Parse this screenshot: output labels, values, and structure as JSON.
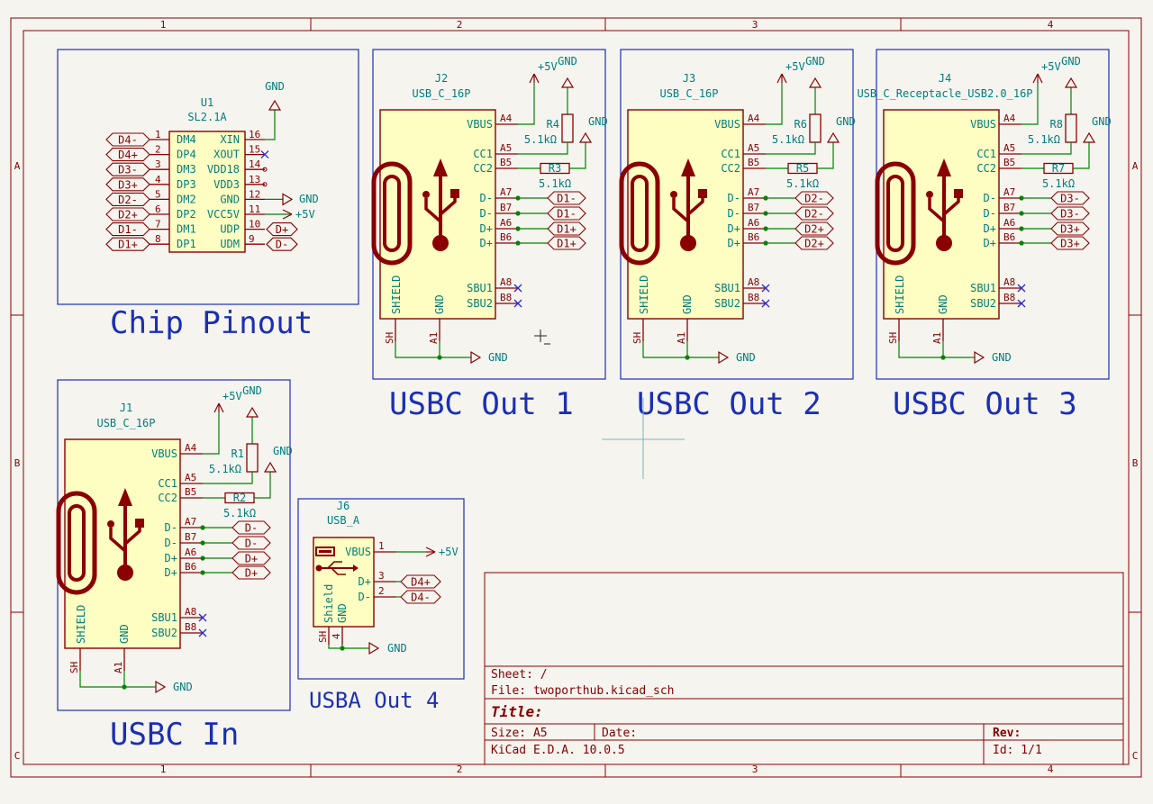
{
  "frame": {
    "col_labels": [
      "1",
      "2",
      "3",
      "4"
    ],
    "row_labels": [
      "A",
      "B",
      "C"
    ]
  },
  "colors": {
    "background": "#f5f4ef",
    "frame": "#8a0000",
    "wire": "#008400",
    "pin": "#8a0000",
    "body_fill": "#fffec2",
    "label_text": "#007e7e",
    "group_box": "#1b2fb3",
    "no_connect": "#2b2bd6"
  },
  "title_block": {
    "sheet": "Sheet: /",
    "file": "File: twoporthub.kicad_sch",
    "title": "Title:",
    "size": "Size: A5",
    "date": "Date:",
    "rev": "Rev:",
    "tool": "KiCad E.D.A. 10.0.5",
    "id": "Id: 1/1"
  },
  "groups": {
    "chip": "Chip Pinout",
    "out1": "USBC Out 1",
    "out2": "USBC Out 2",
    "out3": "USBC Out 3",
    "in": "USBC In",
    "usba": "USBA Out 4"
  },
  "power": {
    "gnd": "GND",
    "vcc": "+5V"
  },
  "u1": {
    "ref": "U1",
    "value": "SL2.1A",
    "left_pins": [
      {
        "num": "1",
        "name": "DM4",
        "net": "D4-"
      },
      {
        "num": "2",
        "name": "DP4",
        "net": "D4+"
      },
      {
        "num": "3",
        "name": "DM3",
        "net": "D3-"
      },
      {
        "num": "4",
        "name": "DP3",
        "net": "D3+"
      },
      {
        "num": "5",
        "name": "DM2",
        "net": "D2-"
      },
      {
        "num": "6",
        "name": "DP2",
        "net": "D2+"
      },
      {
        "num": "7",
        "name": "DM1",
        "net": "D1-"
      },
      {
        "num": "8",
        "name": "DP1",
        "net": "D1+"
      }
    ],
    "right_pins": [
      {
        "num": "16",
        "name": "XIN",
        "net": ""
      },
      {
        "num": "15",
        "name": "XOUT",
        "net": ""
      },
      {
        "num": "14",
        "name": "VDD18",
        "net": ""
      },
      {
        "num": "13",
        "name": "VDD3",
        "net": ""
      },
      {
        "num": "12",
        "name": "GND",
        "net": "GND"
      },
      {
        "num": "11",
        "name": "VCC5V",
        "net": "+5V"
      },
      {
        "num": "10",
        "name": "UDP",
        "net": "D+"
      },
      {
        "num": "9",
        "name": "UDM",
        "net": "D-"
      }
    ]
  },
  "usbc_pins": {
    "vbus": {
      "name": "VBUS",
      "num": "A4"
    },
    "cc1": {
      "name": "CC1",
      "num": "A5"
    },
    "cc2": {
      "name": "CC2",
      "num": "B5"
    },
    "dm1": {
      "name": "D-",
      "num": "A7"
    },
    "dm2": {
      "name": "D-",
      "num": "B7"
    },
    "dp1": {
      "name": "D+",
      "num": "A6"
    },
    "dp2": {
      "name": "D+",
      "num": "B6"
    },
    "sbu1": {
      "name": "SBU1",
      "num": "A8"
    },
    "sbu2": {
      "name": "SBU2",
      "num": "B8"
    },
    "shield": {
      "name": "SHIELD",
      "num": "SH"
    },
    "gnd": {
      "name": "GND",
      "num": "A1"
    }
  },
  "connectors": [
    {
      "key": "j2",
      "ref": "J2",
      "value": "USB_C_16P",
      "r_top": "R4",
      "r_bot": "R3",
      "r_val": "5.1kΩ",
      "dm": "D1-",
      "dp": "D1+"
    },
    {
      "key": "j3",
      "ref": "J3",
      "value": "USB_C_16P",
      "r_top": "R6",
      "r_bot": "R5",
      "r_val": "5.1kΩ",
      "dm": "D2-",
      "dp": "D2+"
    },
    {
      "key": "j4",
      "ref": "J4",
      "value": "USB_C_Receptacle_USB2.0_16P",
      "r_top": "R8",
      "r_bot": "R7",
      "r_val": "5.1kΩ",
      "dm": "D3-",
      "dp": "D3+"
    },
    {
      "key": "j1",
      "ref": "J1",
      "value": "USB_C_16P",
      "r_top": "R1",
      "r_bot": "R2",
      "r_val": "5.1kΩ",
      "dm": "D-",
      "dp": "D+"
    }
  ],
  "j6": {
    "ref": "J6",
    "value": "USB_A",
    "vbus": {
      "name": "VBUS",
      "num": "1"
    },
    "dp": {
      "name": "D+",
      "num": "3",
      "net": "D4+"
    },
    "dm": {
      "name": "D-",
      "num": "2",
      "net": "D4-"
    },
    "shield": {
      "name": "Shield",
      "num": "SH"
    },
    "gnd": {
      "name": "GND",
      "num": "4"
    }
  }
}
